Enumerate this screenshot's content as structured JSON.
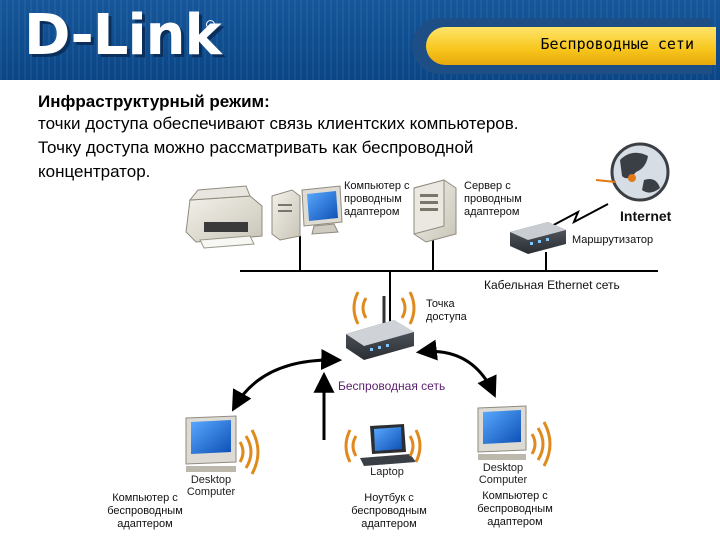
{
  "header": {
    "logo_text": "D-Link",
    "logo_reg": "®",
    "section_title": "Беспроводные сети"
  },
  "intro": {
    "heading": "Инфраструктурный режим:",
    "line1": "точки доступа обеспечивают связь клиентских компьютеров.",
    "line2": "Точку доступа можно рассматривать как беспроводной",
    "line3": "концентратор."
  },
  "wired": {
    "pc_label": [
      "Компьютер с",
      "проводным",
      "адаптером"
    ],
    "server_label": [
      "Сервер с",
      "проводным",
      "адаптером"
    ],
    "internet_label": "Internet",
    "router_label": "Маршрутизатор",
    "ethernet_label": "Кабельная Ethernet сеть"
  },
  "access_point": {
    "label": [
      "Точка",
      "доступа"
    ],
    "wireless_net_label": "Беспроводная сеть"
  },
  "clients": {
    "left_monitor": [
      "Desktop",
      "Computer"
    ],
    "left_label": [
      "Компьютер с",
      "беспроводным",
      "адаптером"
    ],
    "laptop_monitor": "Laptop",
    "laptop_label": [
      "Ноутбук с",
      "беспроводным",
      "адаптером"
    ],
    "right_monitor": [
      "Desktop",
      "Computer"
    ],
    "right_label": [
      "Компьютер с",
      "беспроводным",
      "адаптером"
    ]
  },
  "colors": {
    "header_blue": "#0f4f91",
    "banner_yellow": "#f7c51b",
    "wave_orange": "#e08a1e",
    "screen_blue": "#1f6fd6",
    "wireless_label_violet": "#5a1e6e"
  }
}
